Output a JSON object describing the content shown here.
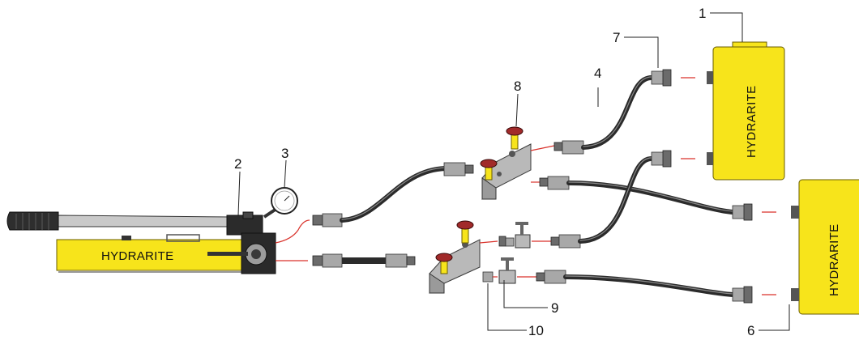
{
  "brand": "HYDRARITE",
  "callouts": [
    "1",
    "2",
    "3",
    "4",
    "6",
    "7",
    "8",
    "9",
    "10"
  ],
  "colors": {
    "yellow": "#f7e41b",
    "hose": "#2b2b2b",
    "metal": "#b9b9b9",
    "line": "#d9322b"
  }
}
